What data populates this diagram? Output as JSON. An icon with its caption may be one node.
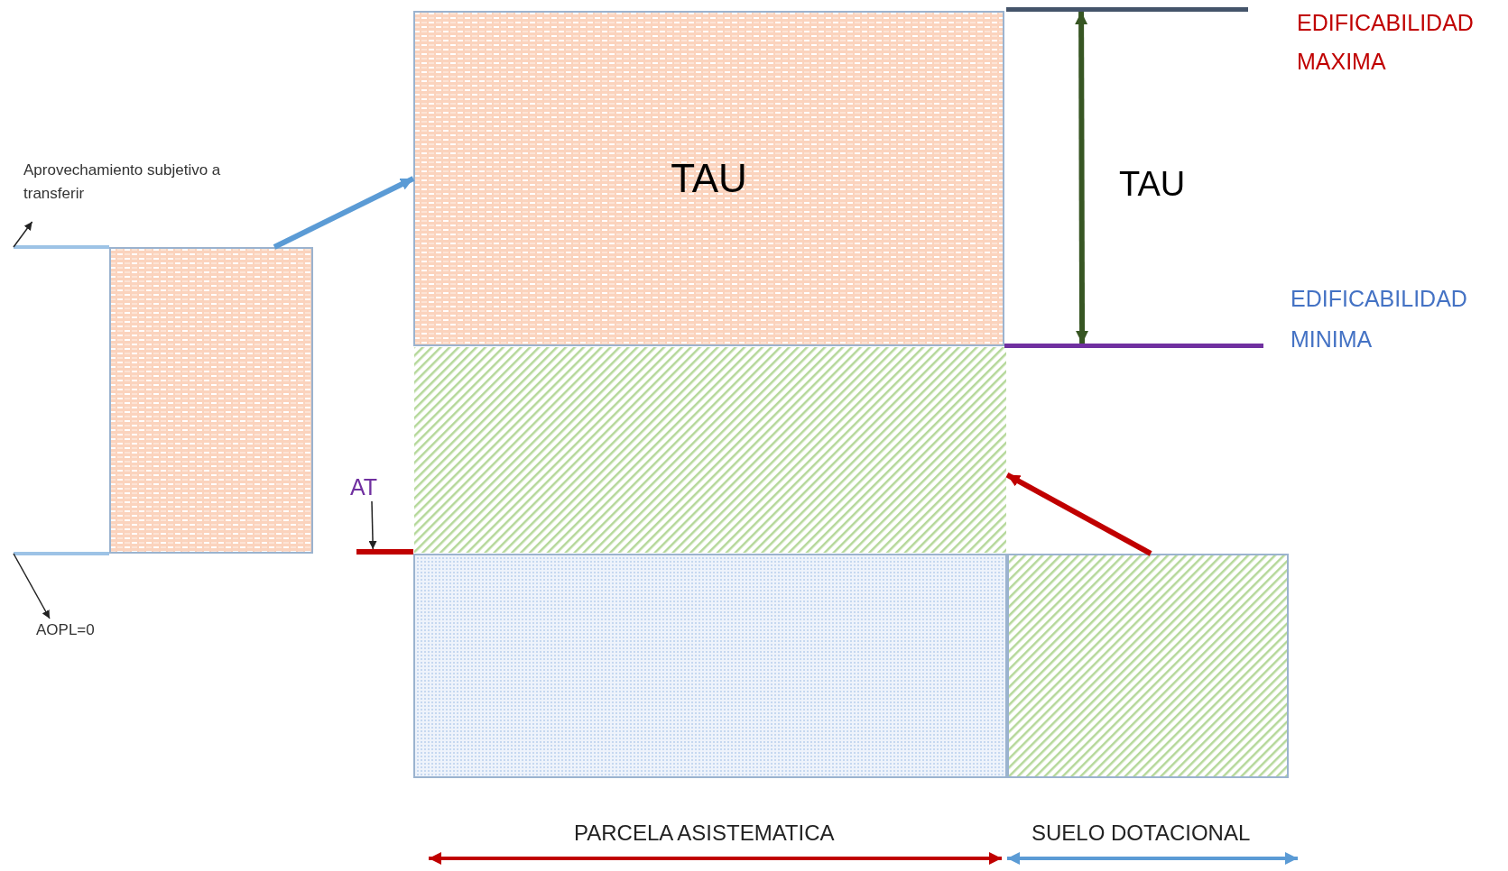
{
  "diagram": {
    "nodes": [
      {
        "text": [],
        "shape": "box"
      },
      {
        "text": [
          "TAU"
        ]
      },
      {
        "text": [],
        "shape": "box"
      },
      {
        "text": [],
        "shape": "box"
      },
      {
        "text": [],
        "shape": "box"
      },
      {
        "text": [
          "Aprovechamiento subjetivo a transferir"
        ]
      },
      {
        "text": [
          "AOPL=0"
        ]
      },
      {
        "text": [
          "AT"
        ]
      },
      {
        "text": [],
        "shape": "bar"
      },
      {
        "text": [],
        "shape": "bar"
      },
      {
        "text": [],
        "shape": "bar"
      },
      {
        "text": [],
        "shape": "bar"
      },
      {
        "text": [],
        "shape": "bar"
      }
    ],
    "edges": [
      {
        "from": 0,
        "to": 1,
        "arrow": "to",
        "style": "thick",
        "color": "#5b9bd5"
      },
      {
        "from": 4,
        "to": 2,
        "arrow": "to",
        "style": "thick",
        "color": "#c00000"
      },
      {
        "from": 9,
        "to": 10,
        "arrow": "both",
        "style": "thick",
        "color": "#375623"
      },
      {
        "from": 7,
        "to": 8,
        "arrow": "to"
      },
      {
        "from": 11,
        "to": 5,
        "arrow": "to"
      },
      {
        "from": 12,
        "to": 6,
        "arrow": "to"
      }
    ],
    "labels": [
      "TAU",
      "EDIFICABILIDAD MAXIMA",
      "EDIFICABILIDAD MINIMA",
      "PARCELA ASISTEMATICA",
      "SUELO DOTACIONAL"
    ]
  }
}
